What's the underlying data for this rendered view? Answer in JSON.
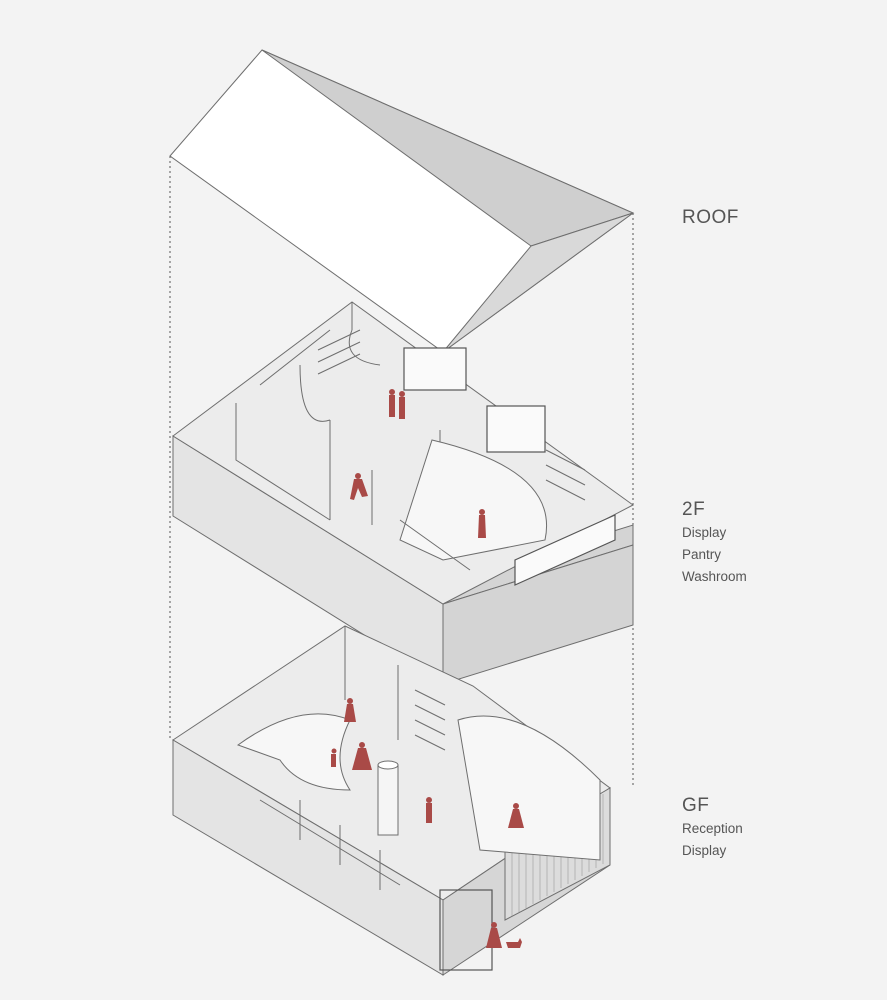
{
  "levels": [
    {
      "id": "roof",
      "title": "ROOF",
      "functions": []
    },
    {
      "id": "2f",
      "title": "2F",
      "functions": [
        "Display",
        "Pantry",
        "Washroom"
      ]
    },
    {
      "id": "gf",
      "title": "GF",
      "functions": [
        "Reception",
        "Display"
      ]
    }
  ],
  "colors": {
    "background": "#f3f3f3",
    "figure": "#a94a47",
    "wall_light": "#ffffff",
    "wall_mid": "#e4e4e4",
    "wall_dark": "#cfcfcf",
    "line": "#6e6e6e"
  },
  "icons": [
    "human-figure-icon",
    "dog-icon"
  ]
}
